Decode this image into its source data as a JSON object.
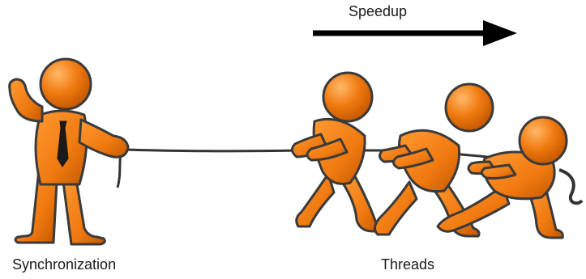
{
  "labels": {
    "speedup": "Speedup",
    "synchronization": "Synchronization",
    "threads": "Threads"
  },
  "colors": {
    "figure_fill": "#f07a10",
    "figure_shade": "#c85a00",
    "figure_highlight": "#ffb060",
    "outline": "#3a3a3a",
    "tie": "#1a1a1a",
    "rope": "#3a3a3a",
    "arrow": "#000000"
  },
  "icons": {
    "arrow": "arrow-right-icon",
    "manager": "manager-figure-icon",
    "pullers": "puller-figure-icon"
  }
}
